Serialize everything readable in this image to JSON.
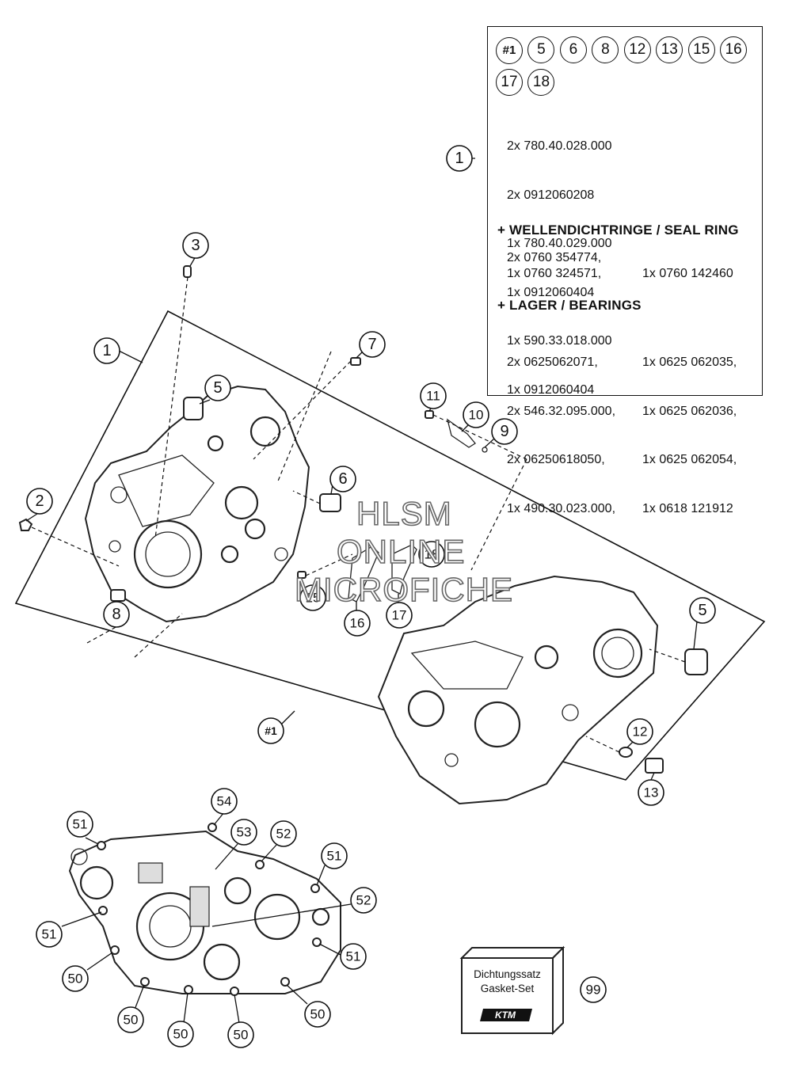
{
  "watermark": {
    "line1": "HLSM",
    "line2": "ONLINE",
    "line3": "MICROFICHE"
  },
  "parts_box": {
    "callouts": [
      "#1",
      "5",
      "6",
      "8",
      "12",
      "13",
      "15",
      "16",
      "17",
      "18"
    ],
    "item_callout": "1",
    "item_lines": [
      "2x 780.40.028.000",
      "2x 0912060208",
      "1x 780.40.029.000",
      "1x 0912060404",
      "1x 590.33.018.000",
      "1x 0912060404"
    ],
    "seal_header": "+ WELLENDICHTRINGE /  SEAL RING",
    "seal_lines": {
      "l1": "2x 0760 354774,",
      "l2a": "1x 0760 324571,",
      "l2b": "1x 0760 142460"
    },
    "bearing_header": "+ LAGER / BEARINGS",
    "bearing_left": [
      "2x 0625062071,",
      "2x 546.32.095.000,",
      "2x 06250618050,",
      "1x 490.30.023.000,"
    ],
    "bearing_right": [
      "1x 0625 062035,",
      "1x 0625 062036,",
      "1x 0625 062054,",
      "1x 0618 121912"
    ]
  },
  "gasket_kit": {
    "label_line1": "Dichtungssatz",
    "label_line2": "Gasket-Set",
    "logo": "KTM",
    "callout": "99"
  },
  "callouts": {
    "c3": "3",
    "c1_frame": "1",
    "c7": "7",
    "c5_left": "5",
    "c2": "2",
    "c6": "6",
    "c11": "11",
    "c10": "10",
    "c9": "9",
    "c18": "18",
    "c15": "15",
    "c16": "16",
    "c17": "17",
    "c8": "8",
    "c5_right": "5",
    "c_hash1": "#1",
    "c12": "12",
    "c13": "13",
    "c54": "54",
    "c51_a": "51",
    "c53": "53",
    "c52_a": "52",
    "c51_b": "51",
    "c51_c": "51",
    "c52_b": "52",
    "c51_d": "51",
    "c50_a": "50",
    "c50_b": "50",
    "c50_c": "50",
    "c50_d": "50",
    "c50_e": "50"
  }
}
